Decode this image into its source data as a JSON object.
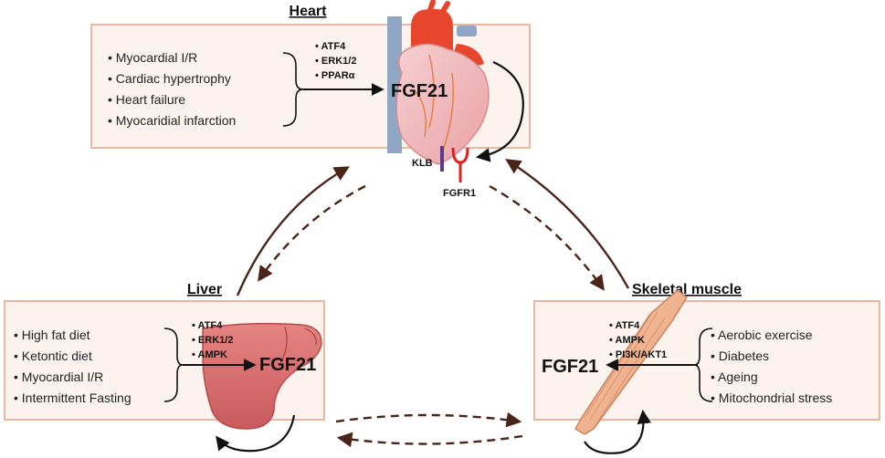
{
  "heart": {
    "title": "Heart",
    "conditions": [
      "Myocardial I/R",
      "Cardiac hypertrophy",
      "Heart failure",
      "Myocaridial infarction"
    ],
    "pathways": [
      "ATF4",
      "ERK1/2",
      "PPARα"
    ],
    "hormone": "FGF21",
    "receptor_klb": "KLB",
    "receptor_fgfr1": "FGFR1"
  },
  "liver": {
    "title": "Liver",
    "conditions": [
      "High fat diet",
      "Ketontic diet",
      "Myocardial I/R",
      "Intermittent Fasting"
    ],
    "pathways": [
      "ATF4",
      "ERK1/2",
      "AMPK"
    ],
    "hormone": "FGF21"
  },
  "muscle": {
    "title": "Skeletal muscle",
    "conditions": [
      "Aerobic exercise",
      "Diabetes",
      "Ageing",
      "Mitochondrial stress"
    ],
    "pathways": [
      "ATF4",
      "AMPK",
      "PI3K/AKT1"
    ],
    "hormone": "FGF21"
  },
  "colors": {
    "box_border": "#e8b8a0",
    "box_fill": "#fdf3ee",
    "arrow": "#4a2418",
    "heart_red": "#e8462c",
    "heart_pink": "#efb9bb",
    "vein_blue": "#8fa6c4",
    "liver": "#d86a6a",
    "muscle": "#f2b48c",
    "klb": "#5b3a8c",
    "fgfr1": "#e02020"
  },
  "icons": {
    "heart": "heart-organ-icon",
    "liver": "liver-organ-icon",
    "muscle": "muscle-organ-icon"
  }
}
